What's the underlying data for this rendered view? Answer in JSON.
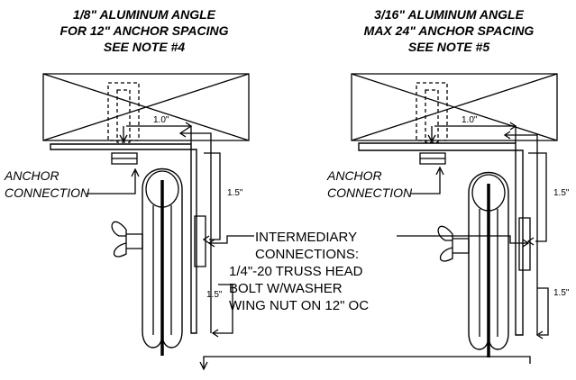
{
  "left_detail": {
    "heading_lines": [
      "1/8\" ALUMINUM ANGLE",
      "FOR 12\" ANCHOR SPACING",
      "SEE NOTE #4"
    ],
    "anchor_label_lines": [
      "ANCHOR",
      "CONNECTION"
    ],
    "dim_flange": "1.0\"",
    "dim_upper": "1.5\"",
    "dim_lower": "1.5\""
  },
  "right_detail": {
    "heading_lines": [
      "3/16\" ALUMINUM ANGLE",
      "MAX 24\" ANCHOR SPACING",
      "SEE NOTE #5"
    ],
    "anchor_label_lines": [
      "ANCHOR",
      "CONNECTION"
    ],
    "dim_flange": "1.0\"",
    "dim_upper": "1.5\"",
    "dim_lower": "1.5\""
  },
  "intermediary_note_lines": [
    "INTERMEDIARY",
    "CONNECTIONS:",
    "1/4\"-20 TRUSS HEAD",
    "BOLT W/WASHER",
    "WING NUT ON 12\" OC"
  ]
}
